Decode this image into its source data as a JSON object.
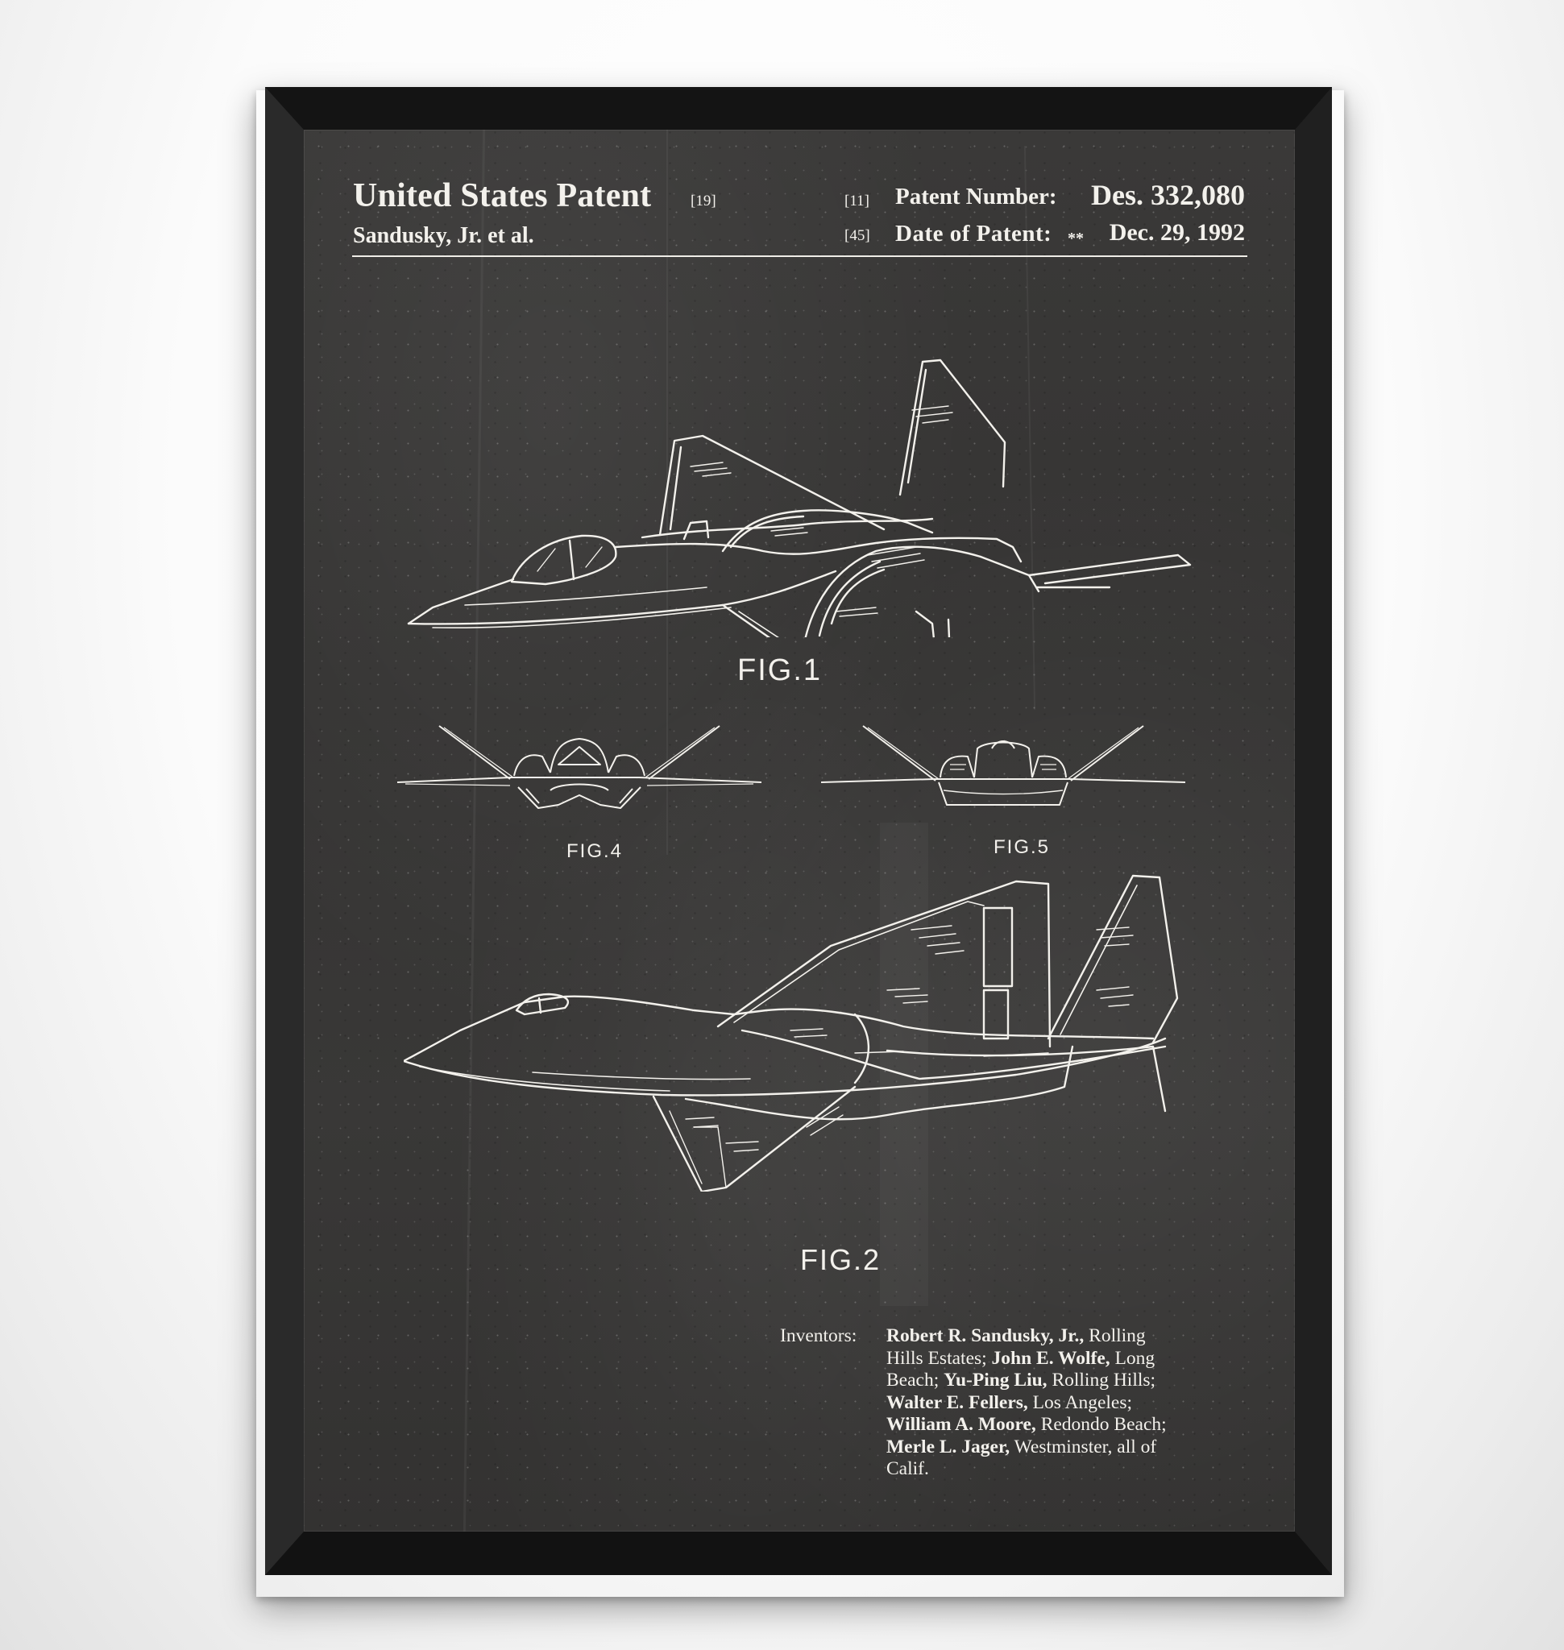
{
  "header": {
    "title": "United States Patent",
    "title_ref": "[19]",
    "author": "Sandusky, Jr. et al.",
    "patent_number_ref": "[11]",
    "patent_number_label": "Patent Number:",
    "patent_number_value": "Des. 332,080",
    "date_ref": "[45]",
    "date_label": "Date of Patent:",
    "date_marker": "**",
    "date_value": "Dec. 29, 1992"
  },
  "figures": [
    {
      "id": "fig1",
      "label": "FIG.1",
      "view": "perspective-top"
    },
    {
      "id": "fig4",
      "label": "FIG.4",
      "view": "front"
    },
    {
      "id": "fig5",
      "label": "FIG.5",
      "view": "rear"
    },
    {
      "id": "fig2",
      "label": "FIG.2",
      "view": "perspective-bottom"
    }
  ],
  "inventors": {
    "label": "Inventors:",
    "lines": [
      {
        "bold": "Robert R. Sandusky, Jr.,",
        "plain": " Rolling"
      },
      {
        "bold": "",
        "plain": "Hills Estates; ",
        "bold2": "John E. Wolfe,",
        "plain2": " Long"
      },
      {
        "bold": "",
        "plain": "Beach; ",
        "bold2": "Yu-Ping Liu,",
        "plain2": " Rolling Hills;"
      },
      {
        "bold": "Walter E. Fellers,",
        "plain": " Los Angeles;"
      },
      {
        "bold": "William A. Moore,",
        "plain": " Redondo Beach;"
      },
      {
        "bold": "Merle L. Jager,",
        "plain": " Westminster, all of"
      },
      {
        "bold": "",
        "plain": "Calif."
      }
    ]
  },
  "colors": {
    "board": "#373635",
    "ink": "#f3f1ec",
    "frame": "#1b1b1b",
    "wall": "#f7f7f7"
  }
}
